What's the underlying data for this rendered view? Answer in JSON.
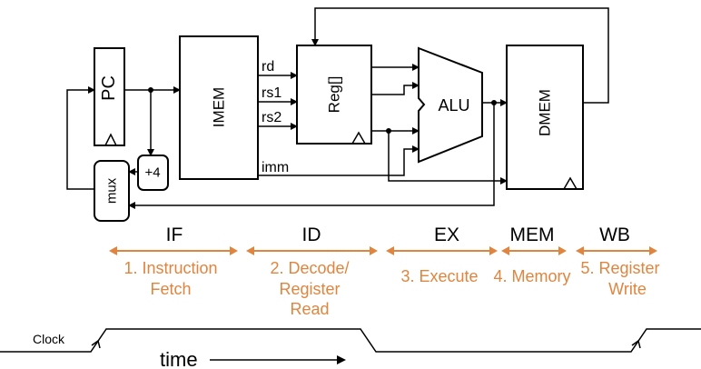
{
  "blocks": {
    "pc": "PC",
    "imem": "IMEM",
    "reg": "Reg[]",
    "alu": "ALU",
    "dmem": "DMEM",
    "mux": "mux",
    "adder": "+4"
  },
  "signals": {
    "rd": "rd",
    "rs1": "rs1",
    "rs2": "rs2",
    "imm": "imm"
  },
  "stages": [
    {
      "label": "IF",
      "desc": [
        "1. Instruction",
        "Fetch"
      ]
    },
    {
      "label": "ID",
      "desc": [
        "2. Decode/",
        "Register",
        "Read"
      ]
    },
    {
      "label": "EX",
      "desc": [
        "3. Execute"
      ]
    },
    {
      "label": "MEM",
      "desc": [
        "4. Memory"
      ]
    },
    {
      "label": "WB",
      "desc": [
        "5. Register",
        "Write"
      ]
    }
  ],
  "clock_label": "Clock",
  "time_label": "time",
  "colors": {
    "stage_accent": "#e0853f",
    "ink": "#000000"
  }
}
